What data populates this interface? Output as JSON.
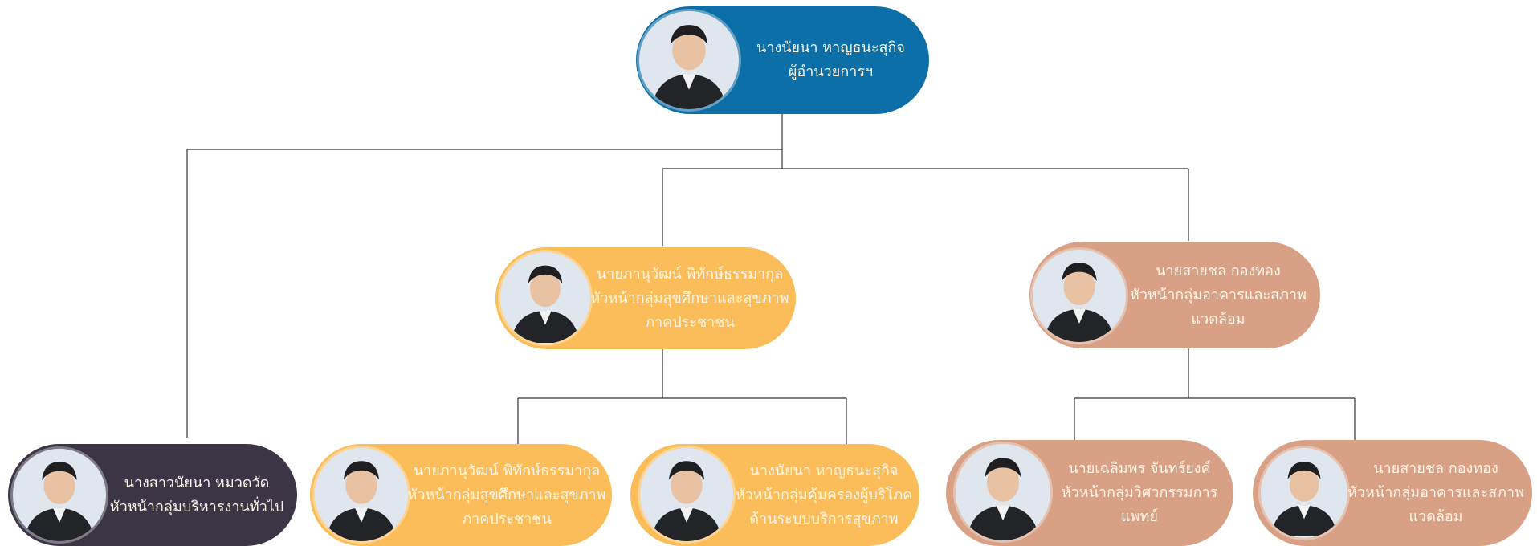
{
  "colors": {
    "director": "#0d6fa7",
    "health": "#fbbd5a",
    "building": "#d8a085",
    "general": "#3b3546",
    "connector": "#333333"
  },
  "director": {
    "name": "นางนัยนา หาญธนะสุกิจ",
    "title": "ผู้อำนวยการฯ",
    "photo_icon": "person-photo-icon"
  },
  "general_admin": {
    "name": "นางสาวนัยนา หมวดวัด",
    "title": "หัวหน้ากลุ่มบริหารงานทั่วไป",
    "photo_icon": "person-photo-icon"
  },
  "health_group": {
    "name": "นายภานุวัฒน์ พิทักษ์ธรรมากุล",
    "title_line1": "หัวหน้ากลุ่มสุขศึกษาและสุขภาพ",
    "title_line2": "ภาคประชาชน",
    "photo_icon": "person-photo-icon"
  },
  "health_sub1": {
    "name": "นายภานุวัฒน์ พิทักษ์ธรรมากุล",
    "title_line1": "หัวหน้ากลุ่มสุขศึกษาและสุขภาพ",
    "title_line2": "ภาคประชาชน",
    "photo_icon": "person-photo-icon"
  },
  "health_sub2": {
    "name": "นางนัยนา หาญธนะสุกิจ",
    "title_line1": "หัวหน้ากลุ่มคุ้มครองผู้บริโภค",
    "title_line2": "ด้านระบบบริการสุขภาพ",
    "photo_icon": "person-photo-icon"
  },
  "building_group": {
    "name": "นายสายชล กองทอง",
    "title_line1": "หัวหน้ากลุ่มอาคารและสภาพ",
    "title_line2": "แวดล้อม",
    "photo_icon": "person-photo-icon"
  },
  "building_sub1": {
    "name": "นายเฉลิมพร จันทร์ยงค์",
    "title_line1": "หัวหน้ากลุ่มวิศวกรรมการ",
    "title_line2": "แพทย์",
    "photo_icon": "person-photo-icon"
  },
  "building_sub2": {
    "name": "นายสายชล กองทอง",
    "title_line1": "หัวหน้ากลุ่มอาคารและสภาพ",
    "title_line2": "แวดล้อม",
    "photo_icon": "person-photo-icon"
  }
}
